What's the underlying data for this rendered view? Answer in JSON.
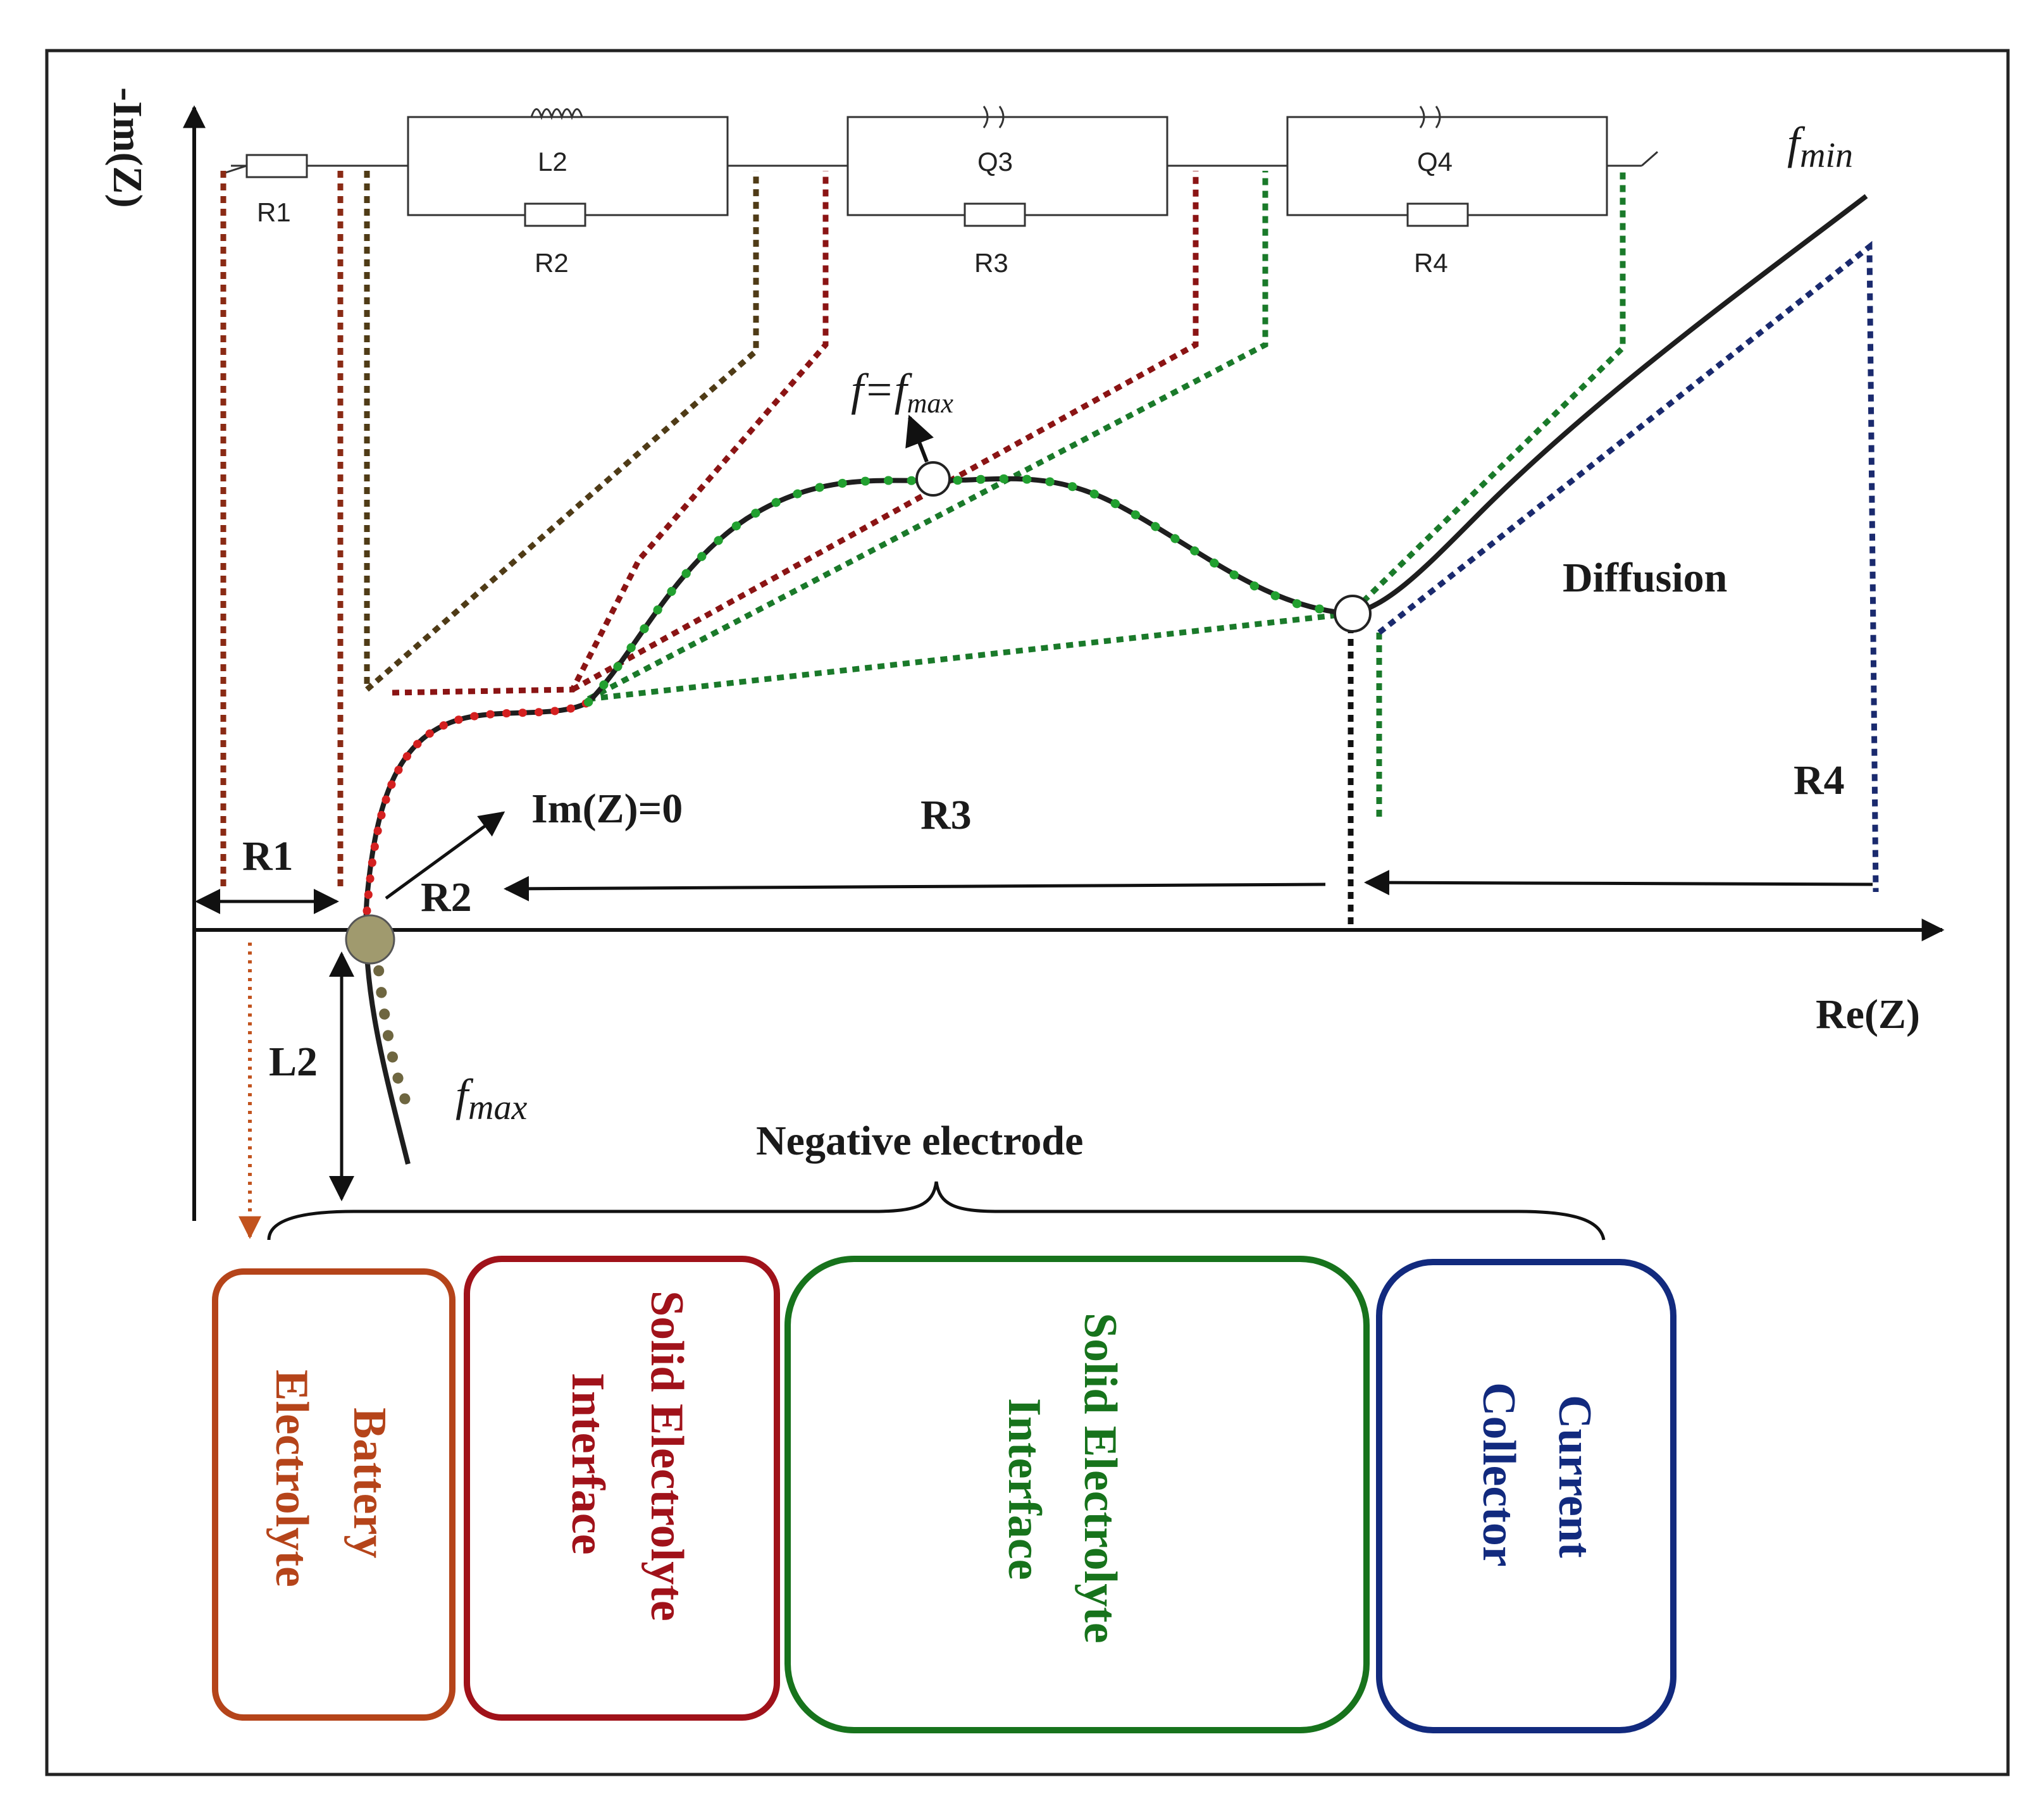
{
  "axes": {
    "y_label": "-Im(Z)",
    "x_label": "Re(Z)"
  },
  "circuit": {
    "r1": "R1",
    "l2": "L2",
    "r2": "R2",
    "q3": "Q3",
    "r3": "R3",
    "q4": "Q4",
    "r4": "R4"
  },
  "annotations": {
    "f_min_base": "f",
    "f_min_sub": "min",
    "f_eq_base": "f=f",
    "f_eq_sub": "max",
    "f_max_base": "f",
    "f_max_sub": "max",
    "im_zero": "Im(Z)=0",
    "diffusion": "Diffusion",
    "r1": "R1",
    "r2": "R2",
    "r3": "R3",
    "r4": "R4",
    "l2": "L2",
    "negative_electrode": "Negative electrode"
  },
  "boxes": {
    "battery_electrolyte": {
      "line1": "Battery",
      "line2": "Electrolyte",
      "color": "#b5441a"
    },
    "sei_red": {
      "line1": "Solid Electrolyte",
      "line2": "Interface",
      "color": "#a0121a"
    },
    "sei_green": {
      "line1": "Solid Electrolyte",
      "line2": "Interface",
      "color": "#17731c"
    },
    "current_collector": {
      "line1": "Current",
      "line2": "Collector",
      "color": "#122a7e"
    }
  },
  "colors": {
    "brown_dark": "#5a3a10",
    "red_dark": "#8b1414",
    "green": "#1a7a2a",
    "navy": "#1a2a6e",
    "olive": "#6e6640"
  }
}
